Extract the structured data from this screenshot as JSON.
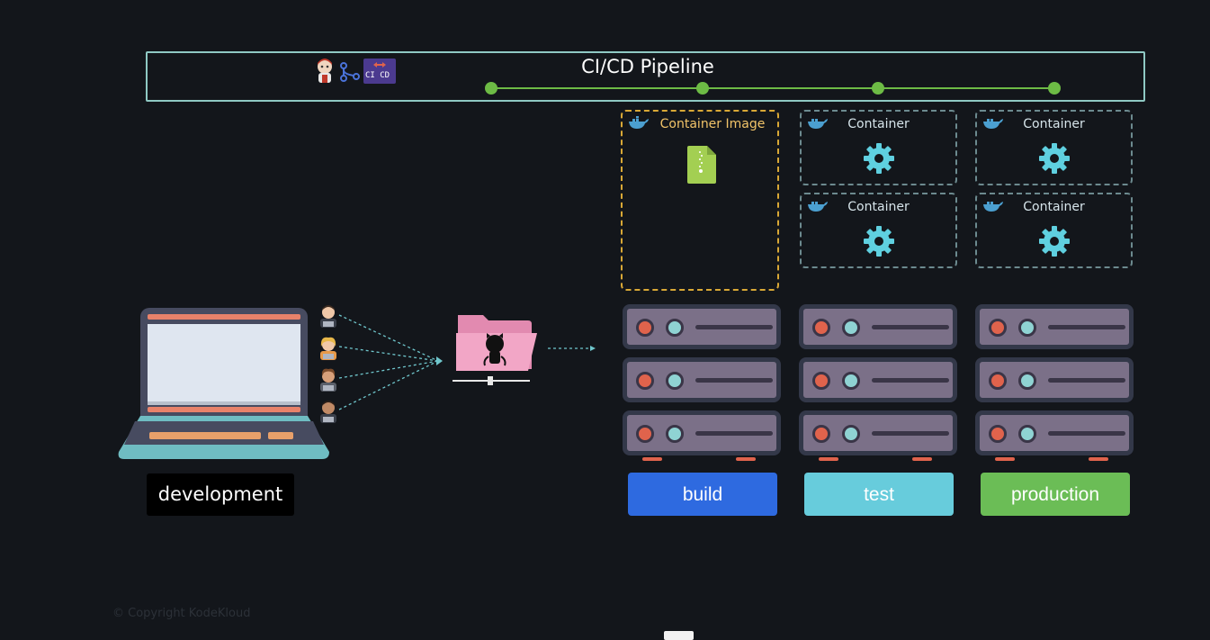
{
  "pipeline": {
    "title": "CI/CD Pipeline",
    "tools": [
      {
        "icon": "jenkins-icon"
      },
      {
        "icon": "git-branch-icon"
      },
      {
        "icon": "cicd-icon",
        "label": "CI CD"
      }
    ],
    "stage_count": 4,
    "line_color": "#6dbb45"
  },
  "build_stage": {
    "image_box_label": "Container Image",
    "button_label": "build",
    "color": "#2e6ae0"
  },
  "test_stage": {
    "containers": [
      "Container",
      "Container"
    ],
    "button_label": "test",
    "color": "#67ccdc"
  },
  "production_stage": {
    "containers": [
      "Container",
      "Container"
    ],
    "button_label": "production",
    "color": "#6bbd56"
  },
  "development": {
    "label": "development",
    "developer_count": 4
  },
  "repository": {
    "icon": "github-folder-icon"
  },
  "copyright": "© Copyright KodeKloud"
}
